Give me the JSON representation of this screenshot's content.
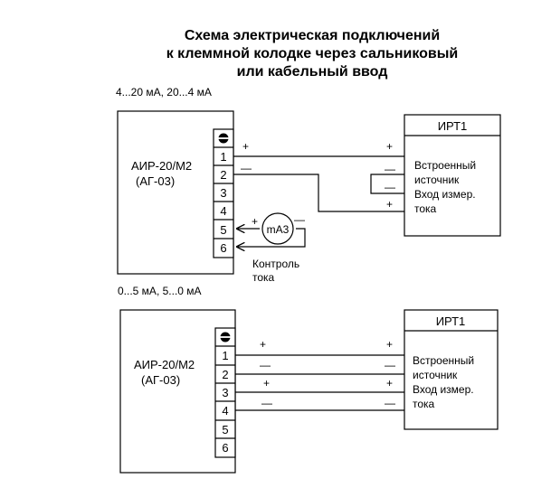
{
  "title": {
    "line1": "Схема электрическая подключений",
    "line2": "к клеммной колодке через сальниковый",
    "line3": "или кабельный ввод"
  },
  "diagram1": {
    "range_label": "4...20 мА, 20...4 мА",
    "device_name": "АИР-20/М2",
    "device_model": "(АГ-03)",
    "terminals": [
      "1",
      "2",
      "3",
      "4",
      "5",
      "6"
    ],
    "irt_title": "ИРТ1",
    "irt_line1": "Встроенный",
    "irt_line2": "источник",
    "irt_line3": "Вход измер.",
    "irt_line4": "тока",
    "meter_label": "mA3",
    "control_line1": "Контроль",
    "control_line2": "тока",
    "plus": "+",
    "minus": "—"
  },
  "diagram2": {
    "range_label": "0...5 мА, 5...0 мА",
    "device_name": "АИР-20/М2",
    "device_model": "(АГ-03)",
    "terminals": [
      "1",
      "2",
      "3",
      "4",
      "5",
      "6"
    ],
    "irt_title": "ИРТ1",
    "irt_line1": "Встроенный",
    "irt_line2": "источник",
    "irt_line3": "Вход измер.",
    "irt_line4": "тока",
    "plus": "+",
    "minus": "—"
  }
}
